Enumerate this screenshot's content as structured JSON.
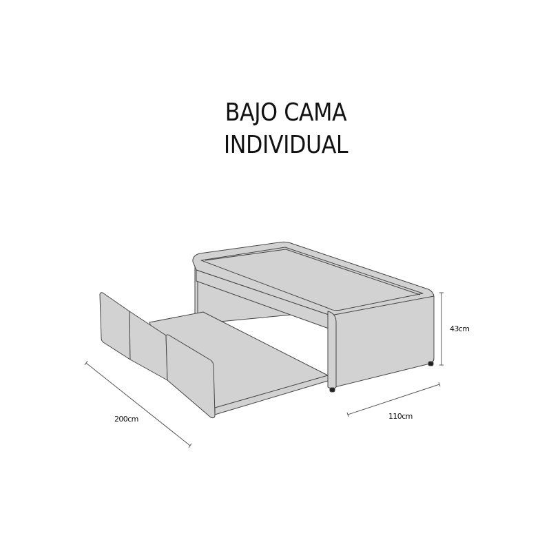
{
  "title": {
    "line1": "BAJO CAMA",
    "line2": "INDIVIDUAL"
  },
  "product": {
    "type": "trundle-bed-line-drawing",
    "fill_color": "#d2d2d2",
    "stroke_color": "#444444"
  },
  "dimensions": {
    "height": "43cm",
    "width": "110cm",
    "length": "200cm"
  }
}
